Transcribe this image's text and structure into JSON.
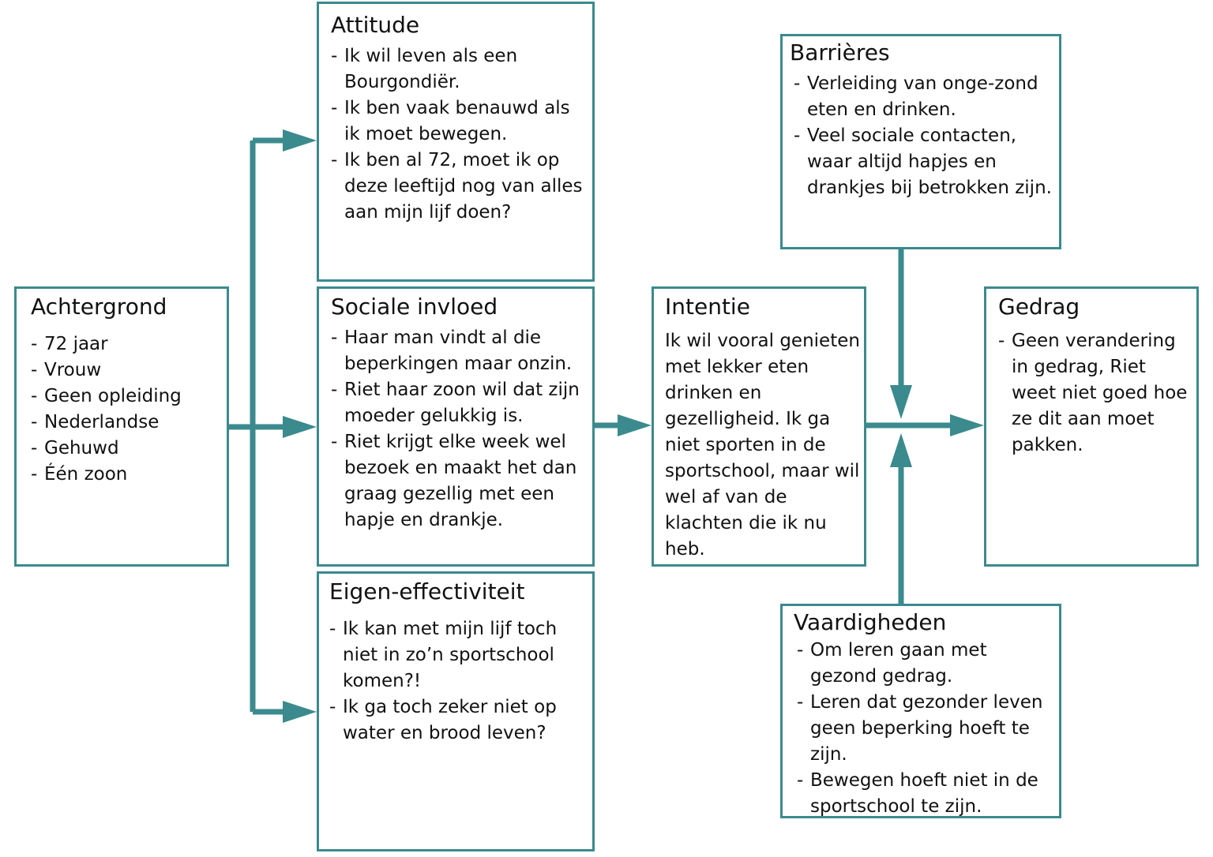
{
  "colors": {
    "accent": "#3b8a8e",
    "text": "#111111",
    "background": "#ffffff"
  },
  "boxes": {
    "achtergrond": {
      "title": "Achtergrond",
      "items": [
        "72 jaar",
        "Vrouw",
        "Geen opleiding",
        "Nederlandse",
        "Gehuwd",
        "Één zoon"
      ]
    },
    "attitude": {
      "title": "Attitude",
      "items": [
        "Ik wil leven als een Bourgondiër.",
        "Ik ben vaak benauwd als ik moet bewegen.",
        "Ik ben al 72, moet ik op deze leeftijd nog van alles aan mijn lijf doen?"
      ]
    },
    "sociale_invloed": {
      "title": "Sociale invloed",
      "items": [
        "Haar man vindt al die beperkingen maar onzin.",
        "Riet haar zoon wil dat zijn moeder gelukkig is.",
        "Riet krijgt elke week wel bezoek en maakt het dan graag gezellig met een hapje en drankje."
      ]
    },
    "eigen_effectiviteit": {
      "title": "Eigen-effectiviteit",
      "items": [
        "Ik kan met mijn lijf toch niet in zo’n sportschool komen?!",
        "Ik ga toch zeker niet op water en brood leven?"
      ]
    },
    "intentie": {
      "title": "Intentie",
      "text": "Ik wil vooral genieten met lekker eten drinken en gezelligheid. Ik ga niet sporten in de sportschool, maar wil wel af van de klachten die ik nu heb."
    },
    "barrieres": {
      "title": "Barrières",
      "items": [
        "Verleiding van onge-zond eten en drinken.",
        "Veel sociale contacten, waar altijd hapjes en drankjes bij betrokken zijn."
      ]
    },
    "gedrag": {
      "title": "Gedrag",
      "items": [
        "Geen verandering in gedrag, Riet weet niet goed hoe ze dit aan moet pakken."
      ]
    },
    "vaardigheden": {
      "title": "Vaardigheden",
      "items": [
        "Om leren gaan met gezond gedrag.",
        "Leren dat gezonder leven geen beperking hoeft te zijn.",
        "Bewegen hoeft niet in de sportschool te zijn."
      ]
    }
  }
}
